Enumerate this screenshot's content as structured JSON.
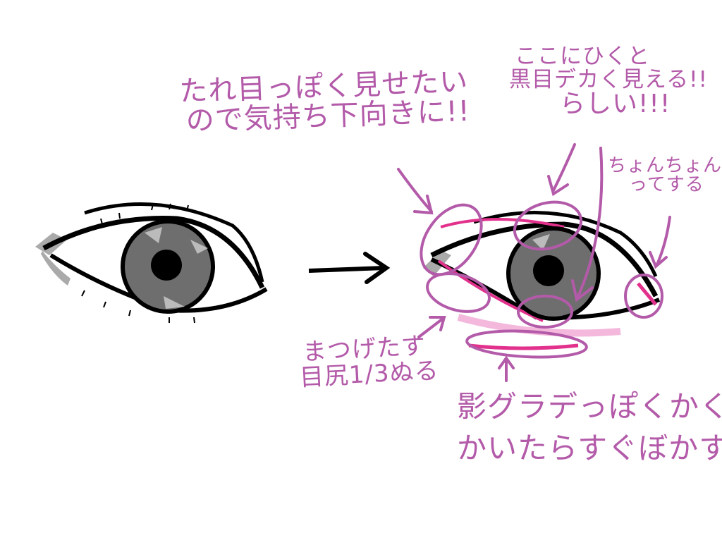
{
  "notes": {
    "droopy": {
      "line1": "たれ目っぽく見せたい",
      "line2": "ので気持ち下向きに!!"
    },
    "upper_line": {
      "line1": "ここにひくと",
      "line2": "黒目デカく見える!!",
      "line3": "らしい!!!"
    },
    "dots": {
      "line1": "ちょんちょん",
      "line2": "ってする"
    },
    "lashes": {
      "line1": "まつげたす",
      "line2": "目尻1/3ぬる"
    },
    "shadow": {
      "line1": "影グラデっぽくかく",
      "line2": "かいたらすぐぼかす"
    }
  },
  "colors": {
    "annotation": "#b35aa9",
    "pink": "#e2318c",
    "iris": "#6e6e6e",
    "shadow": "#f3b8dc"
  }
}
